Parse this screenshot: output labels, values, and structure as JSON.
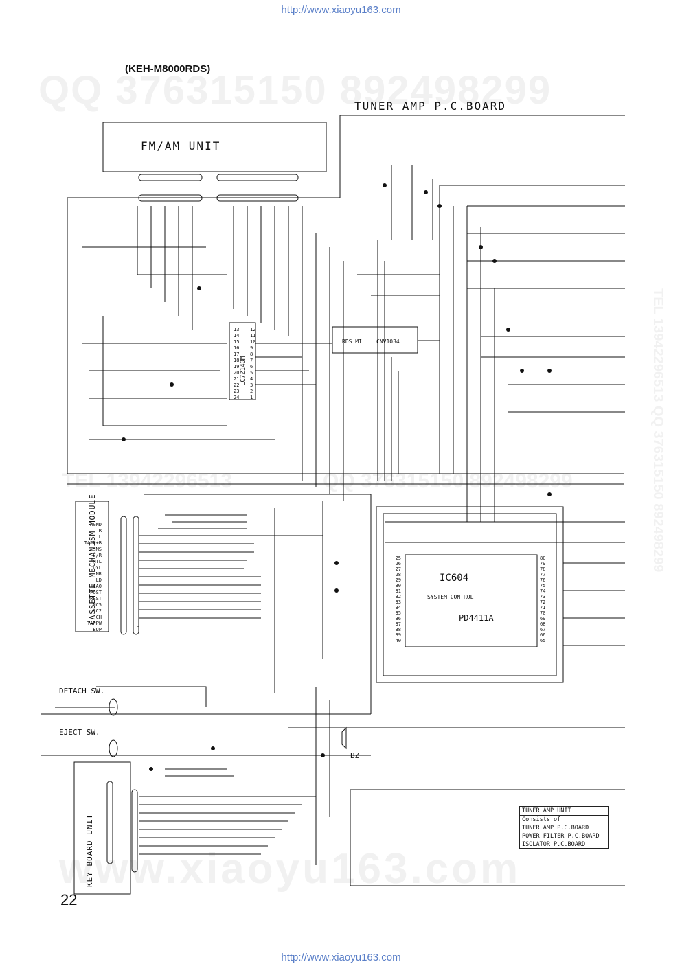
{
  "header": {
    "url_top": "http://www.xiaoyu163.com",
    "model": "(KEH-M8000RDS)"
  },
  "watermarks": {
    "qq": "QQ 376315150  892498299",
    "tel_left": "TEL 13942296513",
    "tel_mid": "QQ 376315150  892498299",
    "site": "www.xiaoyu163.com",
    "side": "TEL 13942296513  QQ 376315150  892498299"
  },
  "boards": {
    "tuner_amp": "TUNER AMP P.C.BOARD",
    "fm_am": "FM/AM UNIT",
    "cassette": "CASSETTE MECHANISM MODULE",
    "key_board": "KEY BOARD UNIT"
  },
  "switches": {
    "detach": "DETACH SW.",
    "eject": "EJECT SW."
  },
  "ics": {
    "system_control_ref": "IC604",
    "system_control_name": "SYSTEM CONTROL",
    "system_control_part": "PD4411A",
    "pll_part": "LC72140M",
    "rds_label": "RDS MI",
    "rds_part": "CNV1034",
    "buzzer": "BZ"
  },
  "cassette_pins": [
    "AGND",
    "R",
    "L",
    "TAPE+B",
    "MS",
    "F/R",
    "MTL",
    "DYL",
    "NR",
    "LD",
    "CAO",
    "POST",
    "REST",
    "NC5",
    "SC2",
    "CH",
    "TAPPW",
    "BUP"
  ],
  "ic604_pins_left": [
    "25",
    "26",
    "27",
    "28",
    "29",
    "30",
    "31",
    "32",
    "33",
    "34",
    "35",
    "36",
    "37",
    "38",
    "39",
    "40"
  ],
  "ic604_pins_right": [
    "80",
    "79",
    "78",
    "77",
    "76",
    "75",
    "74",
    "73",
    "72",
    "71",
    "70",
    "69",
    "68",
    "67",
    "66",
    "65"
  ],
  "pll_pins_left": [
    "13",
    "14",
    "15",
    "16",
    "17",
    "18",
    "19",
    "20",
    "21",
    "22",
    "23",
    "24"
  ],
  "pll_pins_right": [
    "12",
    "11",
    "10",
    "9",
    "8",
    "7",
    "6",
    "5",
    "4",
    "3",
    "2",
    "1"
  ],
  "legend": {
    "title": "TUNER AMP UNIT",
    "lines": [
      "Consists of",
      "TUNER AMP P.C.BOARD",
      "POWER FILTER P.C.BOARD",
      "ISOLATOR P.C.BOARD"
    ]
  },
  "footer": {
    "page_number": "22",
    "url_bottom": "http://www.xiaoyu163.com"
  }
}
